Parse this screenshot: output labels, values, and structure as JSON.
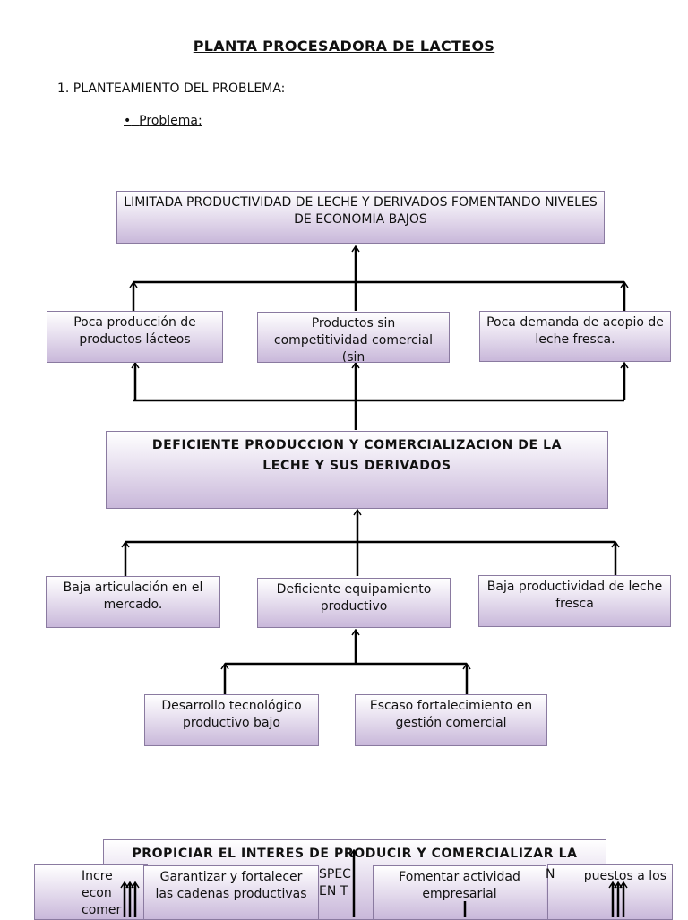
{
  "document": {
    "title": "PLANTA PROCESADORA DE LACTEOS",
    "section_heading": "1.  PLANTEAMIENTO DEL PROBLEMA:",
    "bullet_label": "Problema:",
    "bullet_marker": "•"
  },
  "problem_tree": {
    "effect_top": "LIMITADA PRODUCTIVIDAD DE LECHE Y DERIVADOS FOMENTANDO NIVELES DE ECONOMIA BAJOS",
    "effects": [
      "Poca producción de productos lácteos",
      "Productos sin competitividad comercial (sin",
      "Poca demanda de acopio de leche fresca."
    ],
    "core_problem": "DEFICIENTE PRODUCCION Y COMERCIALIZACION DE LA LECHE Y SUS DERIVADOS",
    "causes": [
      "Baja articulación en el mercado.",
      "Deficiente equipamiento productivo",
      "Baja productividad de leche fresca"
    ],
    "sub_causes": [
      "Desarrollo tecnológico productivo bajo",
      "Escaso fortalecimiento en gestión comercial"
    ]
  },
  "objective_tree": {
    "core_objective": "PROPICIAR EL INTERES DE PRODUCIR Y COMERCIALIZAR LA",
    "hidden_text": {
      "left_fragment": "Incre econ comer",
      "middle_fragment": "SPEC EN T",
      "right_fragment_a": "N",
      "right_fragment_b": "puestos a los"
    },
    "means": [
      "Garantizar y fortalecer las cadenas productivas",
      "Fomentar actividad empresarial"
    ]
  }
}
